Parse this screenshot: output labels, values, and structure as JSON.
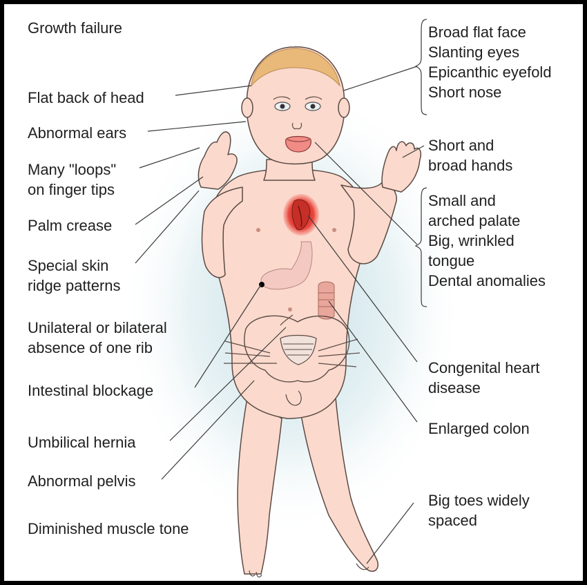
{
  "labels": {
    "growth_failure": "Growth failure",
    "flat_back_of_head": "Flat back of head",
    "abnormal_ears": "Abnormal ears",
    "loops_line1": "Many \"loops\"",
    "loops_line2": "on finger tips",
    "palm_crease": "Palm crease",
    "skin_ridge_line1": "Special skin",
    "skin_ridge_line2": "ridge patterns",
    "rib_line1": "Unilateral or bilateral",
    "rib_line2": "absence of one rib",
    "intestinal_blockage": "Intestinal blockage",
    "umbilical_hernia": "Umbilical hernia",
    "abnormal_pelvis": "Abnormal pelvis",
    "muscle_tone": "Diminished muscle tone",
    "face": [
      "Broad flat face",
      "Slanting eyes",
      "Epicanthic eyefold",
      "Short nose"
    ],
    "hands_line1": "Short and",
    "hands_line2": "broad hands",
    "mouth": [
      "Small and",
      "arched palate",
      "Big, wrinkled",
      "tongue",
      "Dental anomalies"
    ],
    "heart_line1": "Congenital heart",
    "heart_line2": "disease",
    "colon": "Enlarged colon",
    "toes_line1": "Big toes widely",
    "toes_line2": "spaced"
  },
  "colors": {
    "skin": "#fbd9cc",
    "skin_outline": "#5a4a44",
    "hair": "#e9b97a",
    "heart": "#e0443a",
    "glow": "#cfe6ea",
    "text": "#1f1f1f",
    "frame": "#000000"
  }
}
